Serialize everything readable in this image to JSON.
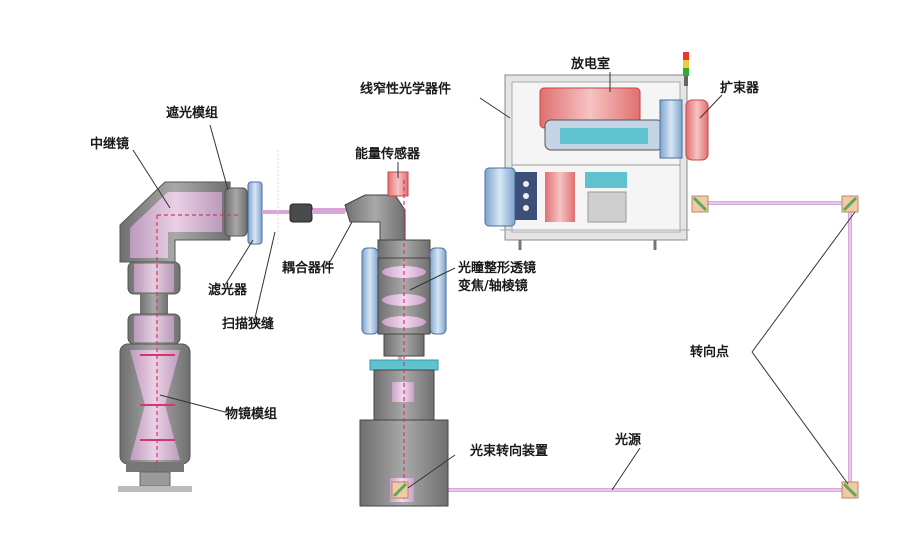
{
  "diagram": {
    "labels": {
      "relay_mirror": "中继镜",
      "shutter_module": "遮光模组",
      "filter": "滤光器",
      "scan_slit": "扫描狭缝",
      "objective_module": "物镜模组",
      "coupler": "耦合器件",
      "energy_sensor": "能量传感器",
      "pupil_lens": "光瞳整形透镜",
      "zoom_axicon": "变焦/轴棱镜",
      "line_narrow": "线窄性光学器件",
      "discharge_chamber": "放电室",
      "beam_expander": "扩束器",
      "turning_point": "转向点",
      "light_source": "光源",
      "beam_steering": "光束转向装置"
    },
    "colors": {
      "beam": "#d9a6d9",
      "housing": "#8a8a8a",
      "lens": "#b8c8e0",
      "pink_glow": "#f3b7e0",
      "accent_red": "#e86060",
      "cyan": "#5ec3cf",
      "frame": "#c9c9c9"
    }
  }
}
